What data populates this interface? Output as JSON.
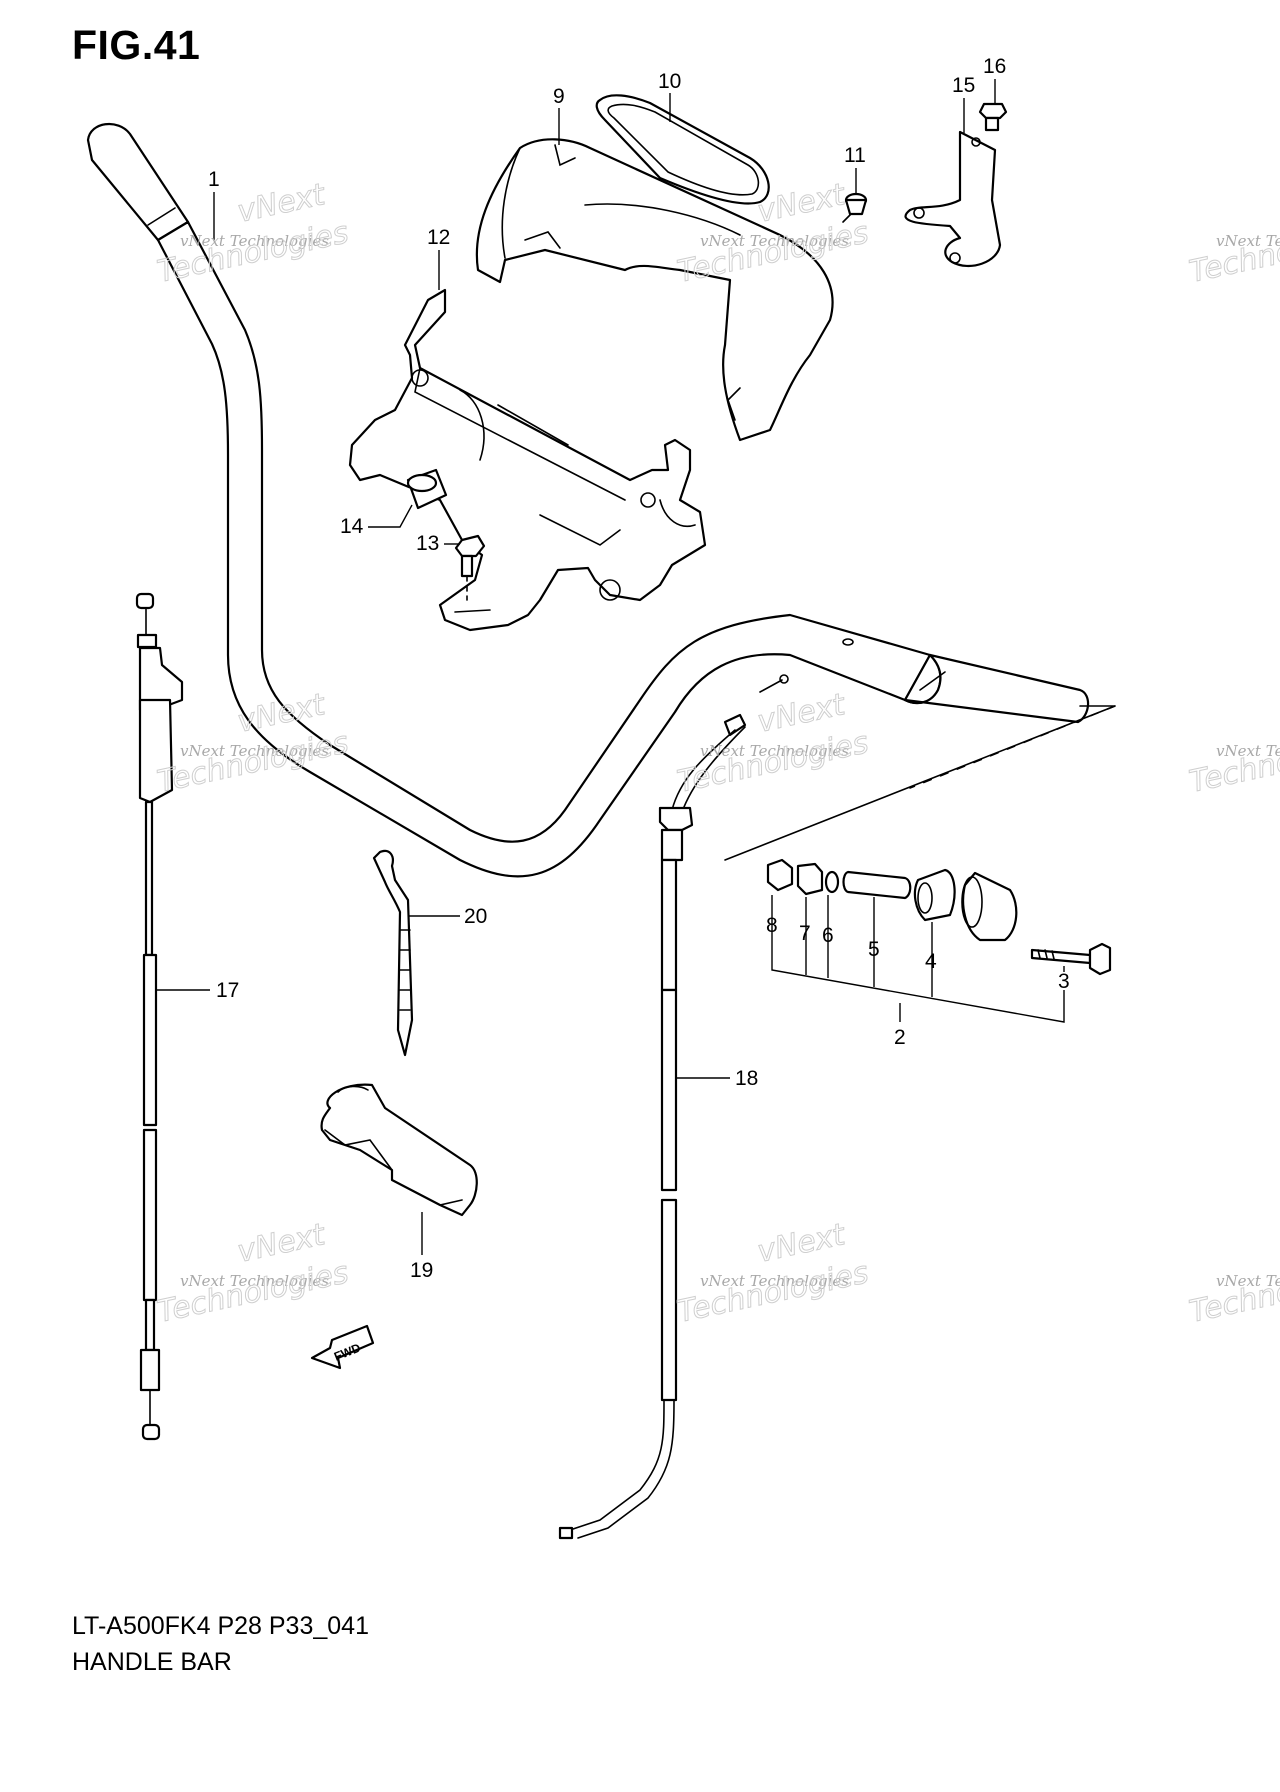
{
  "figure": {
    "title": "FIG.41",
    "model_code": "LT-A500FK4 P28 P33_041",
    "caption": "HANDLE BAR"
  },
  "watermark": {
    "line1": "vNext",
    "line2": "vNext Technologies",
    "line3": "Technologies"
  },
  "fwd_label": "FWD",
  "callouts": [
    {
      "id": "1",
      "text": "1"
    },
    {
      "id": "2",
      "text": "2"
    },
    {
      "id": "3",
      "text": "3"
    },
    {
      "id": "4",
      "text": "4"
    },
    {
      "id": "5",
      "text": "5"
    },
    {
      "id": "6",
      "text": "6"
    },
    {
      "id": "7",
      "text": "7"
    },
    {
      "id": "8",
      "text": "8"
    },
    {
      "id": "9",
      "text": "9"
    },
    {
      "id": "10",
      "text": "10"
    },
    {
      "id": "11",
      "text": "11"
    },
    {
      "id": "12",
      "text": "12"
    },
    {
      "id": "13",
      "text": "13"
    },
    {
      "id": "14",
      "text": "14"
    },
    {
      "id": "15",
      "text": "15"
    },
    {
      "id": "16",
      "text": "16"
    },
    {
      "id": "17",
      "text": "17"
    },
    {
      "id": "18",
      "text": "18"
    },
    {
      "id": "19",
      "text": "19"
    },
    {
      "id": "20",
      "text": "20"
    }
  ]
}
